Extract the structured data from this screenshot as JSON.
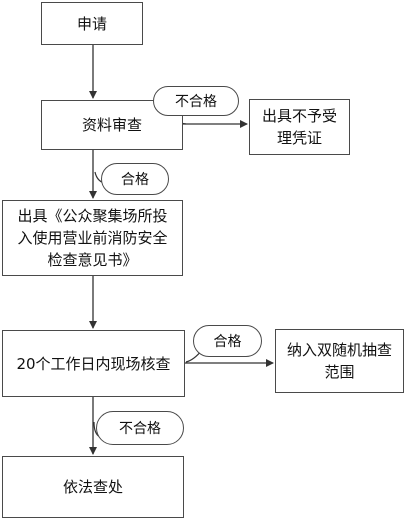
{
  "nodes": {
    "apply": "申请",
    "review": "资料审查",
    "reject_issue": "出具不予受\n理凭证",
    "issue_opinion": "出具《公众聚集场所投\n入使用营业前消防安全\n检查意见书》",
    "onsite_check": "20个工作日内现场核查",
    "random_check": "纳入双随机抽查\n范围",
    "punish": "依法查处"
  },
  "labels": {
    "fail_1": "不合格",
    "pass_1": "合格",
    "pass_2": "合格",
    "fail_2": "不合格"
  }
}
